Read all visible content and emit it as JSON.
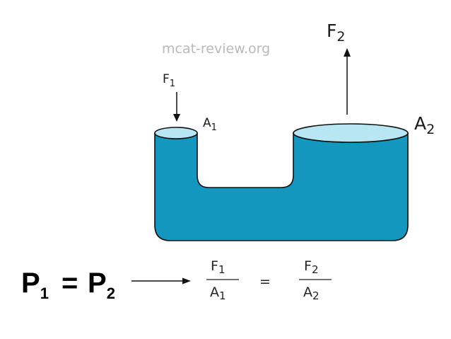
{
  "watermark": "mcat-review.org",
  "labels": {
    "force_small_main": "F",
    "force_small_sub": "1",
    "area_small_main": "A",
    "area_small_sub": "1",
    "force_large_main": "F",
    "force_large_sub": "2",
    "area_large_main": "A",
    "area_large_sub": "2"
  },
  "equation": {
    "lhs_p1_main": "P",
    "lhs_p1_sub": "1",
    "equals": "=",
    "lhs_p2_main": "P",
    "lhs_p2_sub": "2",
    "frac1_num_main": "F",
    "frac1_num_sub": "1",
    "frac1_den_main": "A",
    "frac1_den_sub": "1",
    "rhs_equals": "=",
    "frac2_num_main": "F",
    "frac2_num_sub": "2",
    "frac2_den_main": "A",
    "frac2_den_sub": "2"
  },
  "colors": {
    "fluid": "#1397bf",
    "surface": "#b9e6f3",
    "outline": "#111111"
  }
}
